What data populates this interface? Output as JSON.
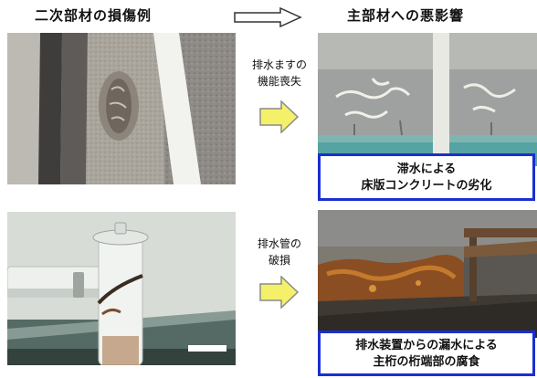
{
  "header": {
    "left_title": "二次部材の損傷例",
    "right_title": "主部材への悪影響"
  },
  "rows": [
    {
      "cause_label": [
        "排水ますの",
        "機能喪失"
      ],
      "effect_label": [
        "滞水による",
        "床版コンクリートの劣化"
      ]
    },
    {
      "cause_label": [
        "排水管の",
        "破損"
      ],
      "effect_label": [
        "排水装置からの漏水による",
        "主桁の桁端部の腐食"
      ]
    }
  ],
  "colors": {
    "arrow_fill": "#f5f06a",
    "arrow_stroke": "#8a8a8a",
    "box_border": "#1a2fd0"
  },
  "icons": [
    "hollow-right-arrow-icon",
    "yellow-right-arrow-icon"
  ]
}
